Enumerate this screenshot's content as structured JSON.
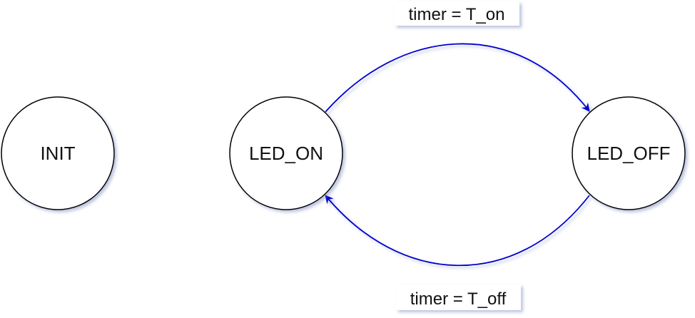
{
  "colors": {
    "edge": "#0000cc",
    "state_stroke": "#000000",
    "state_fill": "#ffffff"
  },
  "states": {
    "init": {
      "label": "INIT"
    },
    "led_on": {
      "label": "LED_ON"
    },
    "led_off": {
      "label": "LED_OFF"
    }
  },
  "transitions": {
    "init_to_on": {
      "label": ""
    },
    "on_to_off": {
      "label": "timer = T_on"
    },
    "off_to_on": {
      "label": "timer = T_off"
    }
  }
}
